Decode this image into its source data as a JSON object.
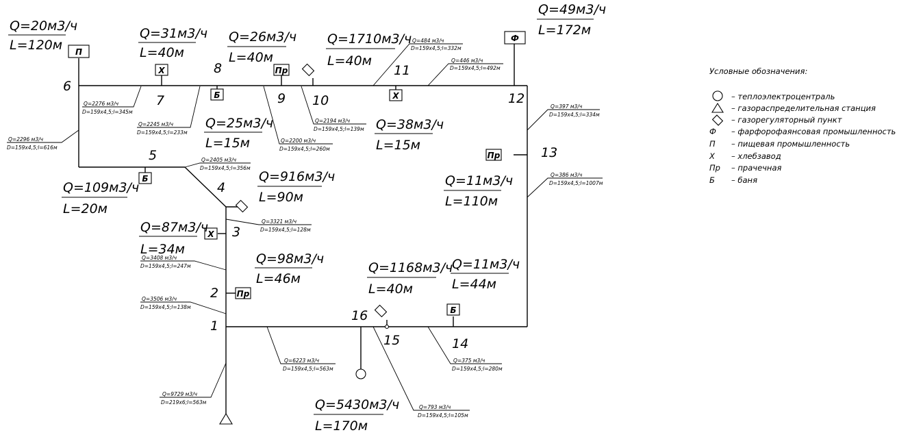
{
  "flows": [
    {
      "id": "f1",
      "q": "Q=20м3/ч",
      "l": "L=120м"
    },
    {
      "id": "f2",
      "q": "Q=31м3/ч",
      "l": "L=40м"
    },
    {
      "id": "f3",
      "q": "Q=26м3/ч",
      "l": "L=40м"
    },
    {
      "id": "f4",
      "q": "Q=1710м3/ч",
      "l": "L=40м"
    },
    {
      "id": "f5",
      "q": "Q=49м3/ч",
      "l": "L=172м"
    },
    {
      "id": "f6",
      "q": "Q=25м3/ч",
      "l": "L=15м"
    },
    {
      "id": "f7",
      "q": "Q=38м3/ч",
      "l": "L=15м"
    },
    {
      "id": "f8",
      "q": "Q=109м3/ч",
      "l": "L=20м"
    },
    {
      "id": "f9",
      "q": "Q=916м3/ч",
      "l": "L=90м"
    },
    {
      "id": "f10",
      "q": "Q=11м3/ч",
      "l": "L=110м"
    },
    {
      "id": "f11",
      "q": "Q=87м3/ч",
      "l": "L=34м"
    },
    {
      "id": "f12",
      "q": "Q=98м3/ч",
      "l": "L=46м"
    },
    {
      "id": "f13",
      "q": "Q=1168м3/ч",
      "l": "L=40м"
    },
    {
      "id": "f14",
      "q": "Q=11м3/ч",
      "l": "L=44м"
    },
    {
      "id": "f15",
      "q": "Q=5430м3/ч",
      "l": "L=170м"
    }
  ],
  "pipes": [
    {
      "id": "p1",
      "a": "Q=2276 м3/ч",
      "b": "D=159х4,5;l=345м"
    },
    {
      "id": "p2",
      "a": "Q=2245 м3/ч",
      "b": "D=159х4,5;l=233м"
    },
    {
      "id": "p3",
      "a": "Q=2296 м3/ч",
      "b": "D=159х4,5;l=616м"
    },
    {
      "id": "p4",
      "a": "Q=2200 м3/ч",
      "b": "D=159х4,5;l=260м"
    },
    {
      "id": "p5",
      "a": "Q=2194 м3/ч",
      "b": "D=159х4,5;l=139м"
    },
    {
      "id": "p6",
      "a": "Q=484 м3/ч",
      "b": "D=159х4,5;l=332м"
    },
    {
      "id": "p7",
      "a": "Q=446 м3/ч",
      "b": "D=159х4,5;l=492м"
    },
    {
      "id": "p8",
      "a": "Q=397 м3/ч",
      "b": "D=159х4,5;l=334м"
    },
    {
      "id": "p9",
      "a": "Q=386 м3/ч",
      "b": "D=159х4,5;l=1007м"
    },
    {
      "id": "p10",
      "a": "Q=2405 м3/ч",
      "b": "D=159х4,5;l=356м"
    },
    {
      "id": "p11",
      "a": "Q=3321 м3/ч",
      "b": "D=159х4,5;l=128м"
    },
    {
      "id": "p12",
      "a": "Q=3408 м3/ч",
      "b": "D=159х4,5;l=247м"
    },
    {
      "id": "p13",
      "a": "Q=3506 м3/ч",
      "b": "D=159х4,5;l=138м"
    },
    {
      "id": "p14",
      "a": "Q=6223 м3/ч",
      "b": "D=159х4,5;l=563м"
    },
    {
      "id": "p15",
      "a": "Q=375 м3/ч",
      "b": "D=159х4,5;l=280м"
    },
    {
      "id": "p16",
      "a": "Q=793 м3/ч",
      "b": "D=159х4,5;l=105м"
    },
    {
      "id": "p17",
      "a": "Q=9729 м3/ч",
      "b": "D=219х6;l=563м"
    }
  ],
  "nodes": [
    "1",
    "2",
    "3",
    "4",
    "5",
    "6",
    "7",
    "8",
    "9",
    "10",
    "11",
    "12",
    "13",
    "14",
    "15",
    "16"
  ],
  "consumers": {
    "p": "П",
    "ph": "Ф",
    "x": "Х",
    "pr": "Пр",
    "b": "Б"
  },
  "legend": {
    "title": "Условные обозначения:",
    "items": [
      {
        "symbol": "circle-icon",
        "text": "– теплоэлектроцентраль"
      },
      {
        "symbol": "triangle-icon",
        "text": "– газораспределительная станция"
      },
      {
        "symbol": "rhombus-icon",
        "text": "– газорегуляторный пункт"
      },
      {
        "symbol": "Ф",
        "text": "– фарфорофаянсовая промышленность"
      },
      {
        "symbol": "П",
        "text": "– пищевая промышленность"
      },
      {
        "symbol": "Х",
        "text": "– хлебзавод"
      },
      {
        "symbol": "Пр",
        "text": "– прачечная"
      },
      {
        "symbol": "Б",
        "text": "– баня"
      }
    ]
  }
}
